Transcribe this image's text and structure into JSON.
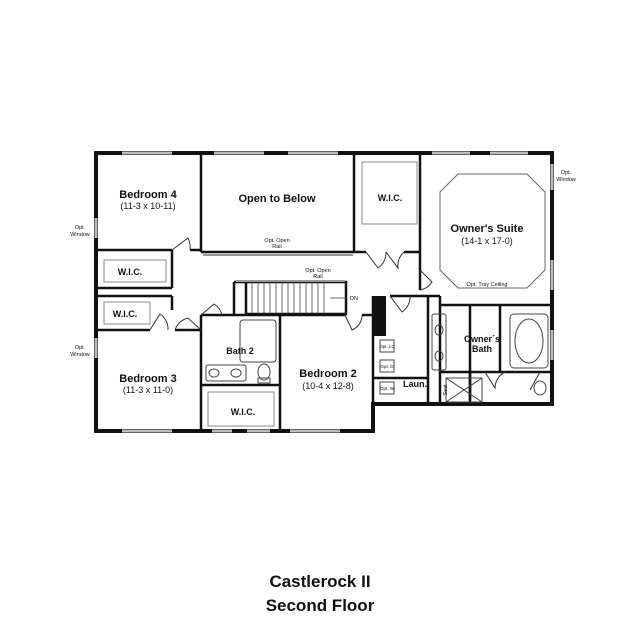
{
  "plan": {
    "rooms": {
      "bedroom4": {
        "name": "Bedroom 4",
        "dims": "(11-3 x 10-11)"
      },
      "open_below": {
        "name": "Open to Below"
      },
      "owners_suite": {
        "name": "Owner's Suite",
        "dims": "(14-1 x 17-0)"
      },
      "bedroom3": {
        "name": "Bedroom 3",
        "dims": "(11-3 x 11-0)"
      },
      "bedroom2": {
        "name": "Bedroom 2",
        "dims": "(10-4 x 12-8)"
      },
      "bath2": {
        "name": "Bath 2"
      },
      "owners_bath": {
        "line1": "Owner´s",
        "line2": "Bath"
      },
      "laundry": {
        "name": "Laun."
      }
    },
    "wic_labels": {
      "top": "W.I.C.",
      "left_upper": "W.I.C.",
      "left_lower": "W.I.C.",
      "bottom": "W.I.C."
    },
    "notes": {
      "opt_open_rail_1a": "Opt. Open",
      "opt_open_rail_1b": "Rail",
      "opt_open_rail_2a": "Opt. Open",
      "opt_open_rail_2b": "Rail",
      "dn": "DN",
      "tray_ceiling": "Opt. Tray Ceiling",
      "opt_window_left1a": "Opt.",
      "opt_window_left1b": "Window",
      "opt_window_left2a": "Opt.",
      "opt_window_left2b": "Window",
      "opt_window_right_a": "Opt.",
      "opt_window_right_b": "Window",
      "seat": "Seat",
      "opt_lc": "Opt. LC",
      "opt_d": "Opt. D",
      "opt_w": "Opt. W"
    }
  },
  "caption": {
    "line1": "Castlerock II",
    "line2": "Second Floor"
  }
}
